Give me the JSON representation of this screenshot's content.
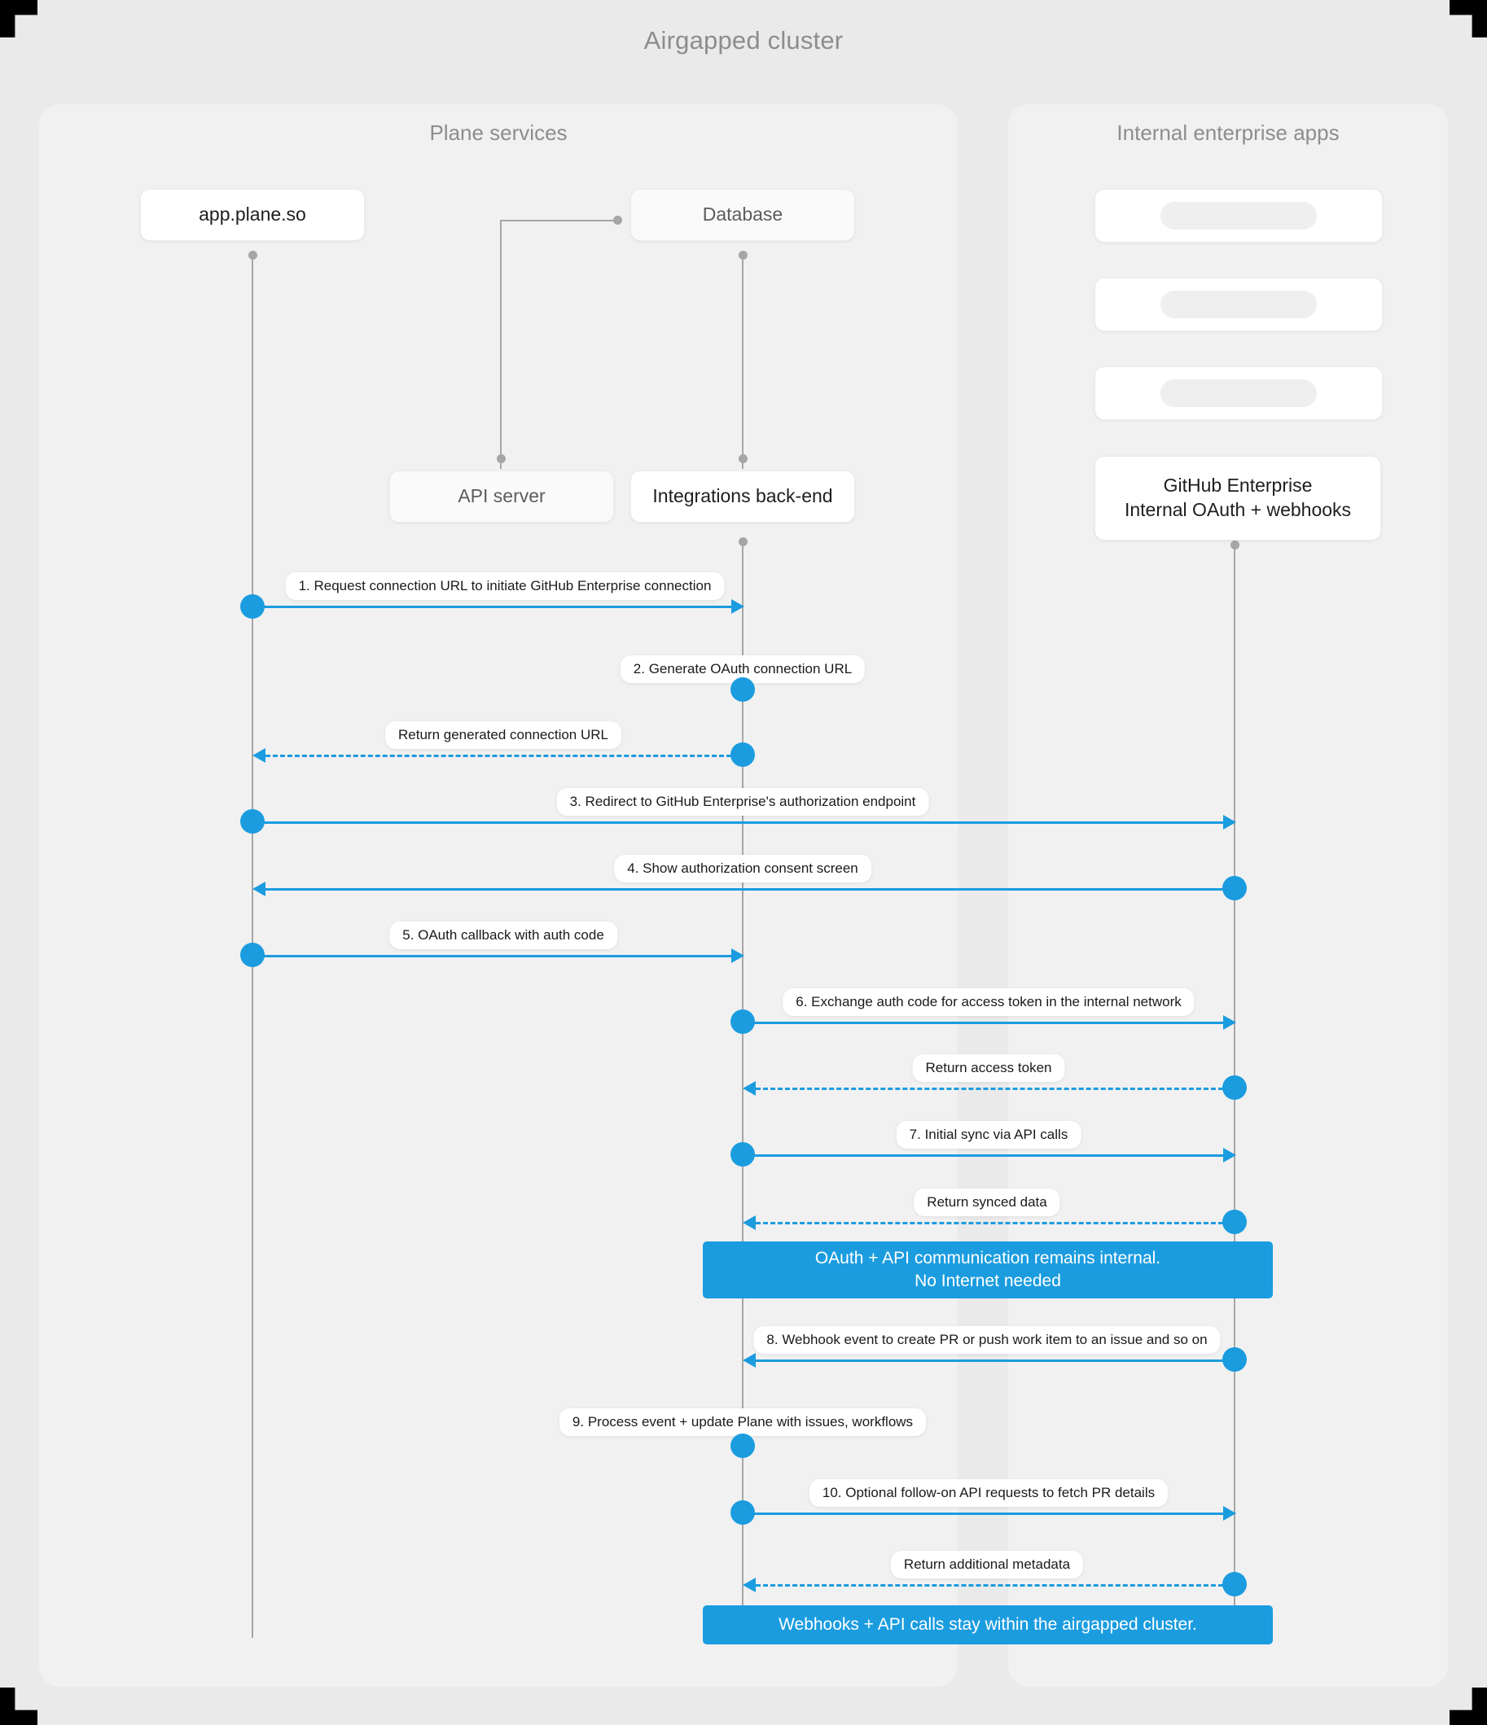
{
  "diagram": {
    "title": "Airgapped cluster",
    "type": "sequence",
    "accent_color": "#1b9cdf",
    "background_color": "#eaeaea",
    "panel_color": "#f1f1f1"
  },
  "panels": [
    {
      "id": "plane",
      "title": "Plane services"
    },
    {
      "id": "enterprise",
      "title": "Internal enterprise apps"
    }
  ],
  "participants": [
    {
      "id": "app",
      "label": "app.plane.so",
      "panel": "plane"
    },
    {
      "id": "api",
      "label": "API server",
      "panel": "plane"
    },
    {
      "id": "db",
      "label": "Database",
      "panel": "plane"
    },
    {
      "id": "integrations",
      "label": "Integrations back-end",
      "panel": "plane"
    },
    {
      "id": "github",
      "label_line1": "GitHub Enterprise",
      "label_line2": "Internal OAuth + webhooks",
      "panel": "enterprise"
    }
  ],
  "placeholder_boxes": [
    {
      "id": "ghost-1"
    },
    {
      "id": "ghost-2"
    },
    {
      "id": "ghost-3"
    }
  ],
  "messages": [
    {
      "n": "1",
      "label": "1. Request connection URL to initiate GitHub Enterprise connection",
      "from": "app",
      "to": "integrations",
      "style": "solid"
    },
    {
      "n": "2",
      "label": "2. Generate OAuth connection URL",
      "from": "integrations",
      "to": "integrations",
      "style": "self"
    },
    {
      "n": "",
      "label": "Return generated connection URL",
      "from": "integrations",
      "to": "app",
      "style": "dashed"
    },
    {
      "n": "3",
      "label": "3. Redirect to GitHub Enterprise's authorization endpoint",
      "from": "app",
      "to": "github",
      "style": "solid"
    },
    {
      "n": "4",
      "label": "4. Show authorization consent screen",
      "from": "github",
      "to": "app",
      "style": "solid"
    },
    {
      "n": "5",
      "label": "5. OAuth callback with auth code",
      "from": "app",
      "to": "integrations",
      "style": "solid"
    },
    {
      "n": "6",
      "label": "6. Exchange auth code for access token in the internal network",
      "from": "integrations",
      "to": "github",
      "style": "solid"
    },
    {
      "n": "",
      "label": "Return access token",
      "from": "github",
      "to": "integrations",
      "style": "dashed"
    },
    {
      "n": "7",
      "label": "7. Initial sync via API calls",
      "from": "integrations",
      "to": "github",
      "style": "solid"
    },
    {
      "n": "",
      "label": "Return synced data",
      "from": "github",
      "to": "integrations",
      "style": "dashed"
    },
    {
      "n": "8",
      "label": "8. Webhook event to create PR  or push work item to an issue  and so on",
      "from": "github",
      "to": "integrations",
      "style": "solid"
    },
    {
      "n": "9",
      "label": "9. Process event + update Plane with issues, workflows",
      "from": "integrations",
      "to": "integrations",
      "style": "self"
    },
    {
      "n": "10",
      "label": "10. Optional follow-on API requests to fetch PR details",
      "from": "integrations",
      "to": "github",
      "style": "solid"
    },
    {
      "n": "",
      "label": "Return additional metadata",
      "from": "github",
      "to": "integrations",
      "style": "dashed"
    }
  ],
  "notes": [
    {
      "id": "note-1",
      "line1": "OAuth + API communication remains internal.",
      "line2": "No Internet needed"
    },
    {
      "id": "note-2",
      "line1": "Webhooks + API calls stay within the airgapped cluster.",
      "line2": ""
    }
  ]
}
